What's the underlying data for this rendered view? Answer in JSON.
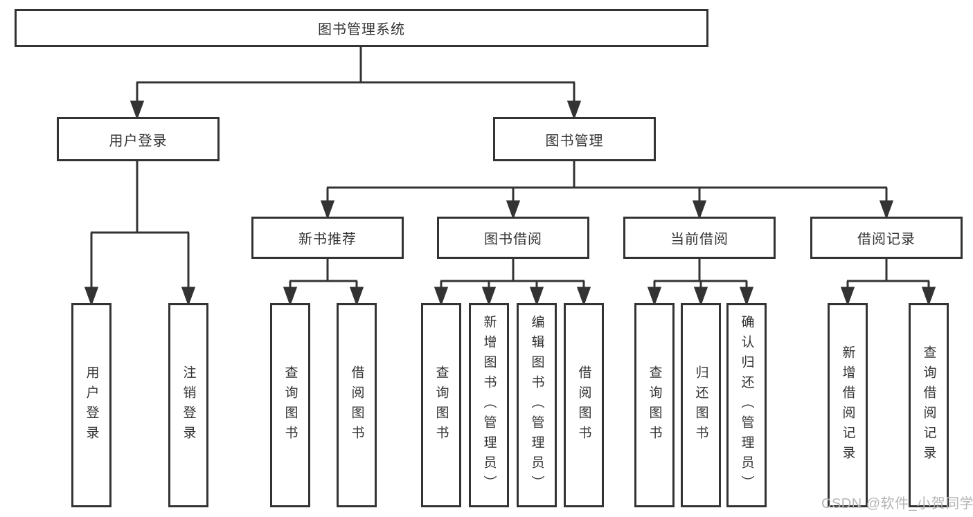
{
  "colors": {
    "line": "#333333",
    "text": "#333333",
    "background": "#ffffff",
    "watermark_text": "#b5b5b5"
  },
  "tree": {
    "root": {
      "label": "图书管理系统"
    },
    "branches": [
      {
        "label": "用户登录",
        "children": [
          {
            "label": "用户登录"
          },
          {
            "label": "注销登录"
          }
        ]
      },
      {
        "label": "图书管理",
        "children": [
          {
            "label": "新书推荐",
            "children": [
              {
                "label": "查询图书"
              },
              {
                "label": "借阅图书"
              }
            ]
          },
          {
            "label": "图书借阅",
            "children": [
              {
                "label": "查询图书"
              },
              {
                "label": "新增图书（管理员）"
              },
              {
                "label": "编辑图书（管理员）"
              },
              {
                "label": "借阅图书"
              }
            ]
          },
          {
            "label": "当前借阅",
            "children": [
              {
                "label": "查询图书"
              },
              {
                "label": "归还图书"
              },
              {
                "label": "确认归还（管理员）"
              }
            ]
          },
          {
            "label": "借阅记录",
            "children": [
              {
                "label": "新增借阅记录"
              },
              {
                "label": "查询借阅记录"
              }
            ]
          }
        ]
      }
    ]
  },
  "watermark": {
    "text": "CSDN @软件_小贺同学"
  }
}
